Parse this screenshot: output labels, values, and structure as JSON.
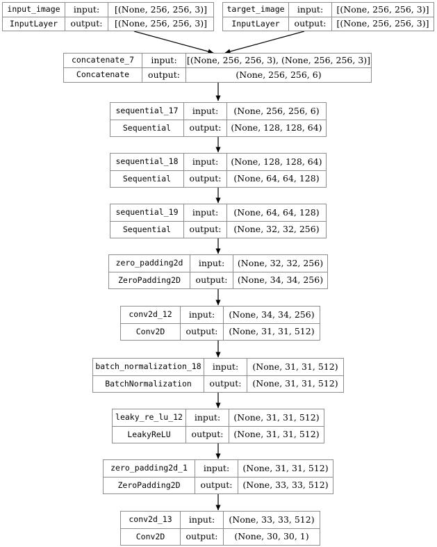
{
  "diagram": {
    "title": "Keras model architecture graph",
    "type": "keras-plot_model",
    "row_labels": {
      "input": "input:",
      "output": "output:"
    },
    "colors": {
      "border": "#8c8c8c",
      "background": "#ffffff",
      "text": "#000000",
      "edge": "#000000"
    },
    "nodes": [
      {
        "id": "input_image",
        "name": "input_image",
        "class_name": "InputLayer",
        "input_shape": "[(None, 256, 256, 3)]",
        "output_shape": "[(None, 256, 256, 3)]"
      },
      {
        "id": "target_image",
        "name": "target_image",
        "class_name": "InputLayer",
        "input_shape": "[(None, 256, 256, 3)]",
        "output_shape": "[(None, 256, 256, 3)]"
      },
      {
        "id": "concatenate_7",
        "name": "concatenate_7",
        "class_name": "Concatenate",
        "input_shape": "[(None, 256, 256, 3), (None, 256, 256, 3)]",
        "output_shape": "(None, 256, 256, 6)"
      },
      {
        "id": "sequential_17",
        "name": "sequential_17",
        "class_name": "Sequential",
        "input_shape": "(None, 256, 256, 6)",
        "output_shape": "(None, 128, 128, 64)"
      },
      {
        "id": "sequential_18",
        "name": "sequential_18",
        "class_name": "Sequential",
        "input_shape": "(None, 128, 128, 64)",
        "output_shape": "(None, 64, 64, 128)"
      },
      {
        "id": "sequential_19",
        "name": "sequential_19",
        "class_name": "Sequential",
        "input_shape": "(None, 64, 64, 128)",
        "output_shape": "(None, 32, 32, 256)"
      },
      {
        "id": "zero_padding2d",
        "name": "zero_padding2d",
        "class_name": "ZeroPadding2D",
        "input_shape": "(None, 32, 32, 256)",
        "output_shape": "(None, 34, 34, 256)"
      },
      {
        "id": "conv2d_12",
        "name": "conv2d_12",
        "class_name": "Conv2D",
        "input_shape": "(None, 34, 34, 256)",
        "output_shape": "(None, 31, 31, 512)"
      },
      {
        "id": "batch_normalization_18",
        "name": "batch_normalization_18",
        "class_name": "BatchNormalization",
        "input_shape": "(None, 31, 31, 512)",
        "output_shape": "(None, 31, 31, 512)"
      },
      {
        "id": "leaky_re_lu_12",
        "name": "leaky_re_lu_12",
        "class_name": "LeakyReLU",
        "input_shape": "(None, 31, 31, 512)",
        "output_shape": "(None, 31, 31, 512)"
      },
      {
        "id": "zero_padding2d_1",
        "name": "zero_padding2d_1",
        "class_name": "ZeroPadding2D",
        "input_shape": "(None, 31, 31, 512)",
        "output_shape": "(None, 33, 33, 512)"
      },
      {
        "id": "conv2d_13",
        "name": "conv2d_13",
        "class_name": "Conv2D",
        "input_shape": "(None, 33, 33, 512)",
        "output_shape": "(None, 30, 30, 1)"
      }
    ],
    "edges": [
      {
        "from": "input_image",
        "to": "concatenate_7"
      },
      {
        "from": "target_image",
        "to": "concatenate_7"
      },
      {
        "from": "concatenate_7",
        "to": "sequential_17"
      },
      {
        "from": "sequential_17",
        "to": "sequential_18"
      },
      {
        "from": "sequential_18",
        "to": "sequential_19"
      },
      {
        "from": "sequential_19",
        "to": "zero_padding2d"
      },
      {
        "from": "zero_padding2d",
        "to": "conv2d_12"
      },
      {
        "from": "conv2d_12",
        "to": "batch_normalization_18"
      },
      {
        "from": "batch_normalization_18",
        "to": "leaky_re_lu_12"
      },
      {
        "from": "leaky_re_lu_12",
        "to": "zero_padding2d_1"
      },
      {
        "from": "zero_padding2d_1",
        "to": "conv2d_13"
      }
    ]
  }
}
